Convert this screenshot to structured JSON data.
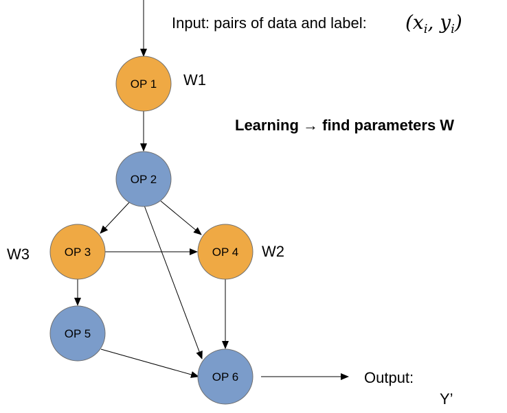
{
  "colors": {
    "weighted_node": "#efa944",
    "plain_node": "#7b9cca",
    "node_stroke": "#6f6f6f",
    "edge": "#000000"
  },
  "input": {
    "label": "Input: pairs of data and label:",
    "math": "(xi, yi)"
  },
  "learning": {
    "label": "Learning → find parameters W"
  },
  "output": {
    "label": "Output:",
    "value": "Y’"
  },
  "nodes": [
    {
      "id": "op1",
      "label": "OP 1",
      "weighted": true
    },
    {
      "id": "op2",
      "label": "OP 2",
      "weighted": false
    },
    {
      "id": "op3",
      "label": "OP 3",
      "weighted": true
    },
    {
      "id": "op4",
      "label": "OP 4",
      "weighted": true
    },
    {
      "id": "op5",
      "label": "OP 5",
      "weighted": false
    },
    {
      "id": "op6",
      "label": "OP 6",
      "weighted": false
    }
  ],
  "weights": {
    "w1": "W1",
    "w2": "W2",
    "w3": "W3"
  },
  "edges": [
    {
      "from": "input",
      "to": "op1"
    },
    {
      "from": "op1",
      "to": "op2"
    },
    {
      "from": "op2",
      "to": "op3"
    },
    {
      "from": "op2",
      "to": "op4"
    },
    {
      "from": "op2",
      "to": "op6"
    },
    {
      "from": "op3",
      "to": "op4"
    },
    {
      "from": "op3",
      "to": "op5"
    },
    {
      "from": "op4",
      "to": "op6"
    },
    {
      "from": "op5",
      "to": "op6"
    },
    {
      "from": "op6",
      "to": "output"
    }
  ]
}
